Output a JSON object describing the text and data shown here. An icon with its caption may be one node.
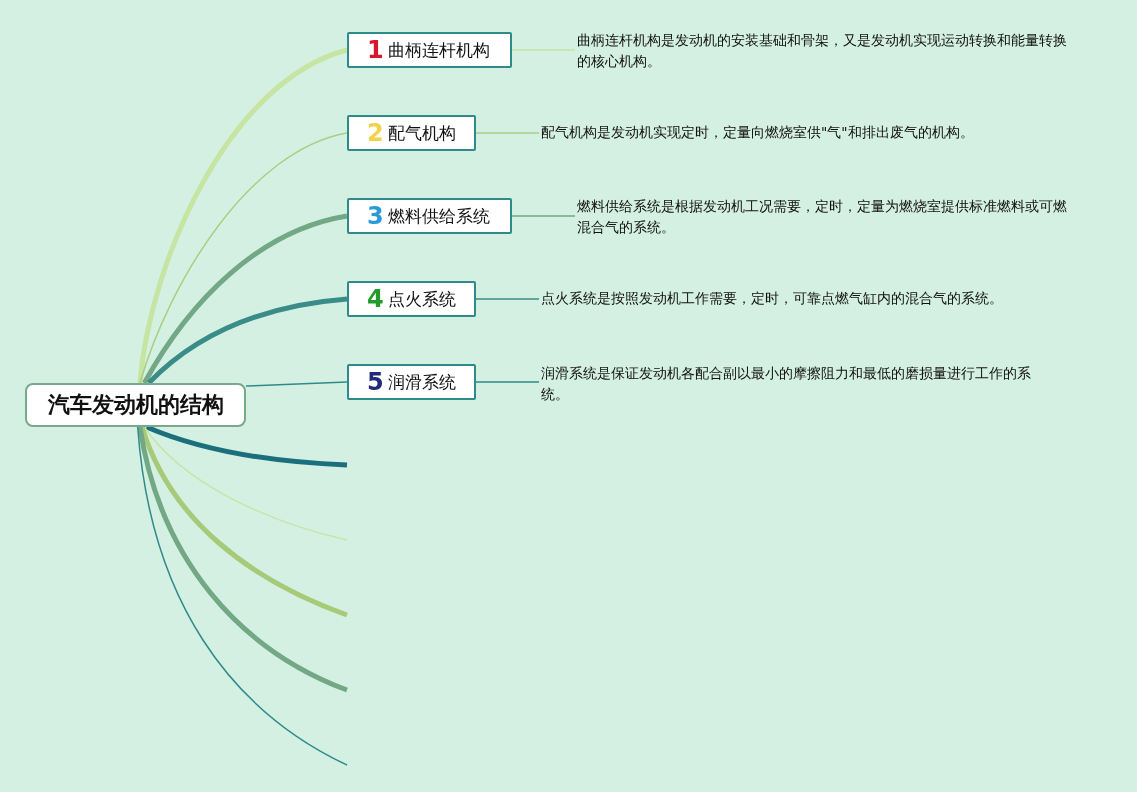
{
  "diagram": {
    "nodes": [
      {
        "text": [
          "汽车发动机的结构"
        ]
      },
      {
        "text": [
          "1",
          "曲柄连杆机构"
        ]
      },
      {
        "text": [
          "2",
          "配气机构"
        ]
      },
      {
        "text": [
          "3",
          "燃料供给系统"
        ]
      },
      {
        "text": [
          "4",
          "点火系统"
        ]
      },
      {
        "text": [
          "5",
          "润滑系统"
        ]
      },
      {
        "text": [
          "曲柄连杆机构是发动机的安装基础和骨架，又是发动机实现运动转换和能量转换的核心机构。"
        ]
      },
      {
        "text": [
          "配气机构是发动机实现定时，定量向燃烧室供\"气\"和排出废气的机构。"
        ]
      },
      {
        "text": [
          "燃料供给系统是根据发动机工况需要，定时，定量为燃烧室提供标准燃料或可燃混合气的系统。"
        ]
      },
      {
        "text": [
          "点火系统是按照发动机工作需要，定时，可靠点燃气缸内的混合气的系统。"
        ]
      },
      {
        "text": [
          "润滑系统是保证发动机各配合副以最小的摩擦阻力和最低的磨损量进行工作的系统。"
        ]
      }
    ],
    "edges": [
      {
        "from": 0,
        "to": 1,
        "arrow": "none",
        "style": "thick",
        "color": "#c6e4a2"
      },
      {
        "from": 0,
        "to": 2,
        "arrow": "none",
        "color": "#a9cf82"
      },
      {
        "from": 0,
        "to": 3,
        "arrow": "none",
        "style": "thick",
        "color": "#72a886"
      },
      {
        "from": 0,
        "to": 4,
        "arrow": "none",
        "style": "thick",
        "color": "#3a8c88"
      },
      {
        "from": 0,
        "to": 5,
        "arrow": "none",
        "color": "#2f8a8a"
      },
      {
        "from": 0,
        "to": null,
        "arrow": "none",
        "style": "thick",
        "color": "#1b6f7c"
      },
      {
        "from": 0,
        "to": null,
        "arrow": "none",
        "color": "#c6e6a8"
      },
      {
        "from": 0,
        "to": null,
        "arrow": "none",
        "style": "thick",
        "color": "#a6ca78"
      },
      {
        "from": 0,
        "to": null,
        "arrow": "none",
        "style": "thick",
        "color": "#72a886"
      },
      {
        "from": 0,
        "to": null,
        "arrow": "none",
        "color": "#2f8a8a"
      },
      {
        "from": 1,
        "to": 6,
        "arrow": "none",
        "color": "#c6e4a2"
      },
      {
        "from": 2,
        "to": 7,
        "arrow": "none",
        "color": "#a9cf82"
      },
      {
        "from": 3,
        "to": 8,
        "arrow": "none",
        "color": "#72a886"
      },
      {
        "from": 4,
        "to": 9,
        "arrow": "none",
        "color": "#3a8c88"
      },
      {
        "from": 5,
        "to": 10,
        "arrow": "none",
        "color": "#2f8a8a"
      }
    ]
  }
}
